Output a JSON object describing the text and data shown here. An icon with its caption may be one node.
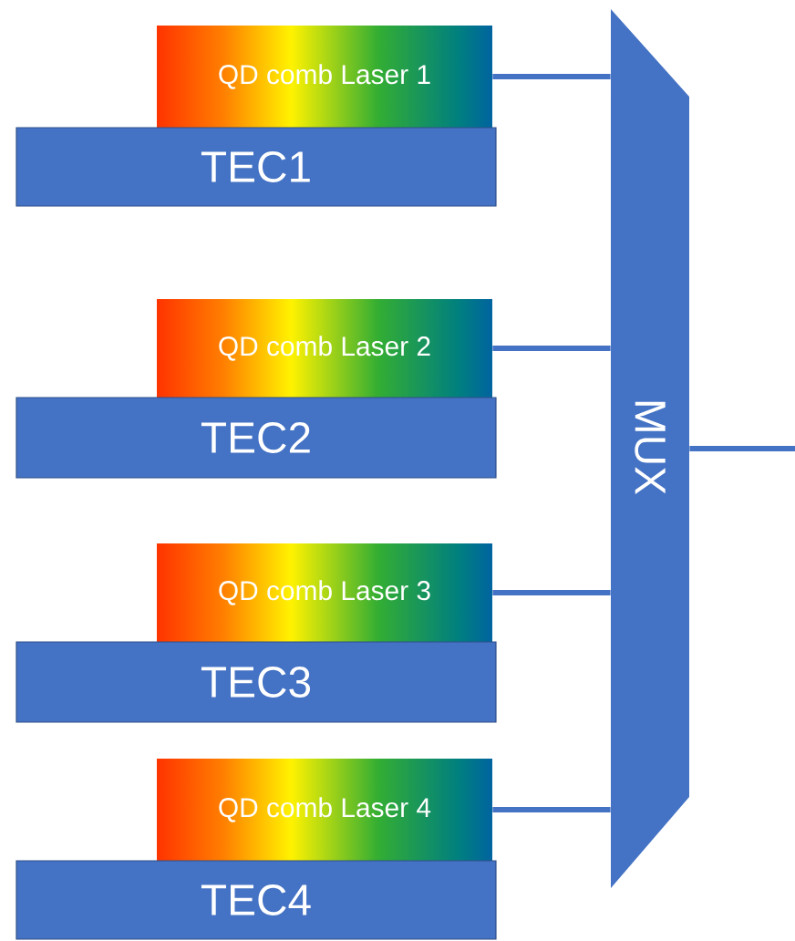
{
  "diagram": {
    "nodes": [
      {
        "text": [
          "QD comb Laser 1"
        ]
      },
      {
        "text": [
          "TEC1"
        ]
      },
      {
        "text": [
          "QD comb Laser 2"
        ]
      },
      {
        "text": [
          "TEC2"
        ]
      },
      {
        "text": [
          "QD comb Laser 3"
        ]
      },
      {
        "text": [
          "TEC3"
        ]
      },
      {
        "text": [
          "QD comb Laser 4"
        ]
      },
      {
        "text": [
          "TEC4"
        ]
      },
      {
        "text": [
          "MUX"
        ]
      }
    ],
    "edges": [
      {
        "from": 0,
        "to": 8,
        "arrow": "none"
      },
      {
        "from": 2,
        "to": 8,
        "arrow": "none"
      },
      {
        "from": 4,
        "to": 8,
        "arrow": "none"
      },
      {
        "from": 6,
        "to": 8,
        "arrow": "none"
      },
      {
        "from": 8,
        "to": null,
        "arrow": "none"
      }
    ]
  }
}
